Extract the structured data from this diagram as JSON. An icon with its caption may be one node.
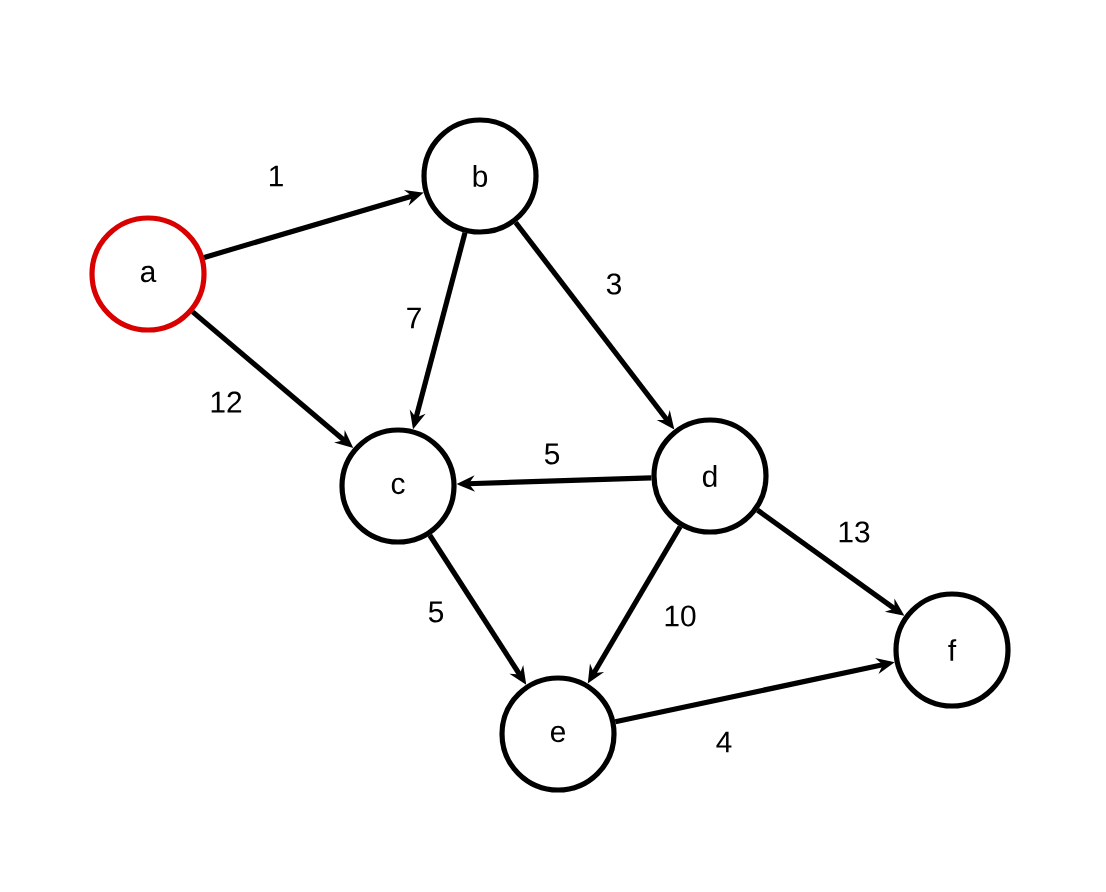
{
  "diagram": {
    "nodes": [
      {
        "text": [
          "a"
        ]
      },
      {
        "text": [
          "b"
        ]
      },
      {
        "text": [
          "c"
        ]
      },
      {
        "text": [
          "d"
        ]
      },
      {
        "text": [
          "e"
        ]
      },
      {
        "text": [
          "f"
        ]
      }
    ],
    "edges": [
      {
        "from": 0,
        "to": 1,
        "arrow": "to",
        "label": "1"
      },
      {
        "from": 0,
        "to": 2,
        "arrow": "to",
        "label": "12"
      },
      {
        "from": 1,
        "to": 2,
        "arrow": "to",
        "label": "7"
      },
      {
        "from": 1,
        "to": 3,
        "arrow": "to",
        "label": "3"
      },
      {
        "from": 3,
        "to": 2,
        "arrow": "to",
        "label": "5"
      },
      {
        "from": 2,
        "to": 4,
        "arrow": "to",
        "label": "5"
      },
      {
        "from": 3,
        "to": 4,
        "arrow": "to",
        "label": "10"
      },
      {
        "from": 3,
        "to": 5,
        "arrow": "to",
        "label": "13"
      },
      {
        "from": 4,
        "to": 5,
        "arrow": "to",
        "label": "4"
      }
    ]
  }
}
